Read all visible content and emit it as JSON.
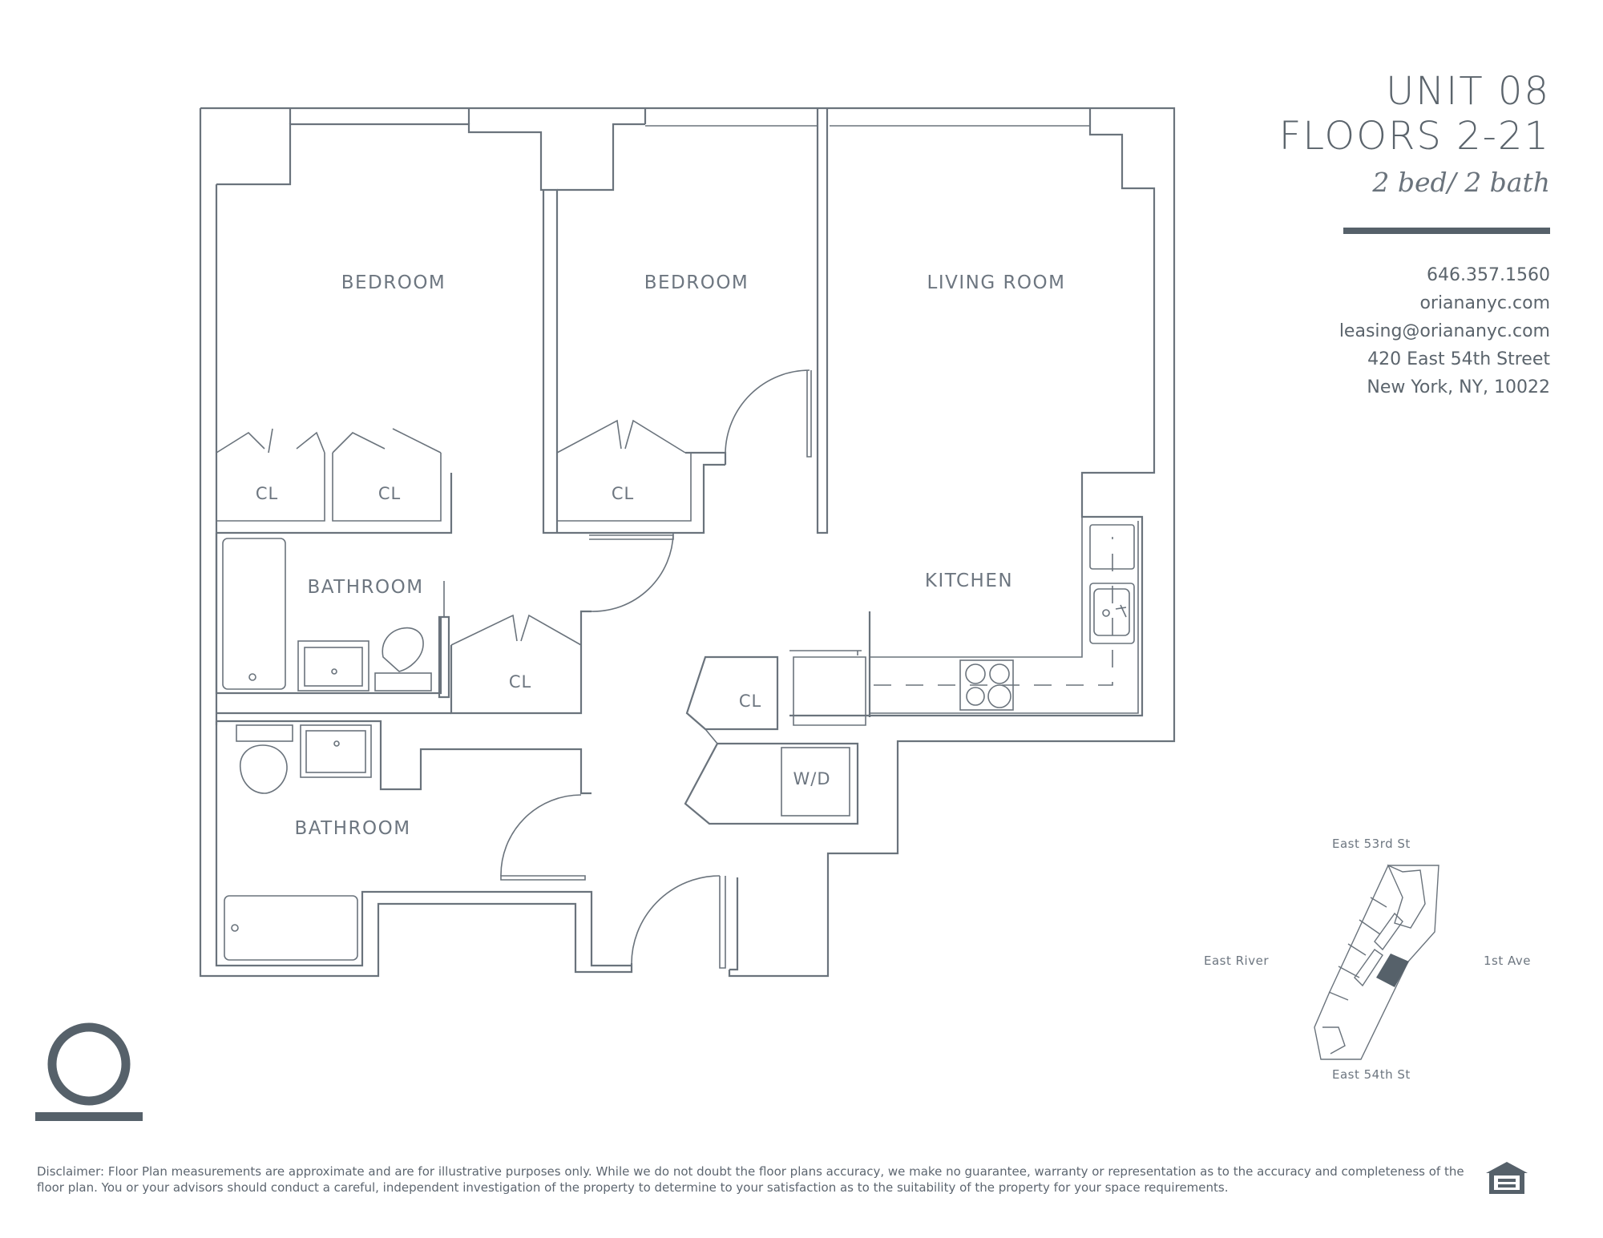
{
  "header": {
    "unit": "UNIT 08",
    "floors": "FLOORS 2-21",
    "beds_baths": "2 bed/ 2 bath"
  },
  "contact": {
    "phone": "646.357.1560",
    "website": "oriananyc.com",
    "email": "leasing@oriananyc.com",
    "street": "420 East 54th Street",
    "city": "New York, NY, 10022"
  },
  "rooms": {
    "bedroom_1": "BEDROOM",
    "bedroom_2": "BEDROOM",
    "living_room": "LIVING ROOM",
    "kitchen": "KITCHEN",
    "bathroom_1": "BATHROOM",
    "bathroom_2": "BATHROOM",
    "closet_1": "CL",
    "closet_2": "CL",
    "closet_3": "CL",
    "closet_4": "CL",
    "closet_5": "CL",
    "washer_dryer": "W/D"
  },
  "key_map": {
    "north": "East 53rd St",
    "south": "East 54th St",
    "west": "East River",
    "east": "1st Ave"
  },
  "disclaimer": "Disclaimer:  Floor Plan measurements are approximate and are for illustrative purposes only. While we do not doubt the floor plans accuracy, we make no guarantee, warranty or representation as to the accuracy and completeness of the floor plan. You or your advisors should conduct a careful, independent investigation of the property to determine to your satisfaction as to the suitability of the property for your space requirements.",
  "icons": {
    "logo": "orianalogo-icon",
    "equal_housing": "equal-housing-icon",
    "water": "water-waves-icon"
  },
  "colors": {
    "primary": "#5b646c",
    "line": "#6a737c"
  }
}
